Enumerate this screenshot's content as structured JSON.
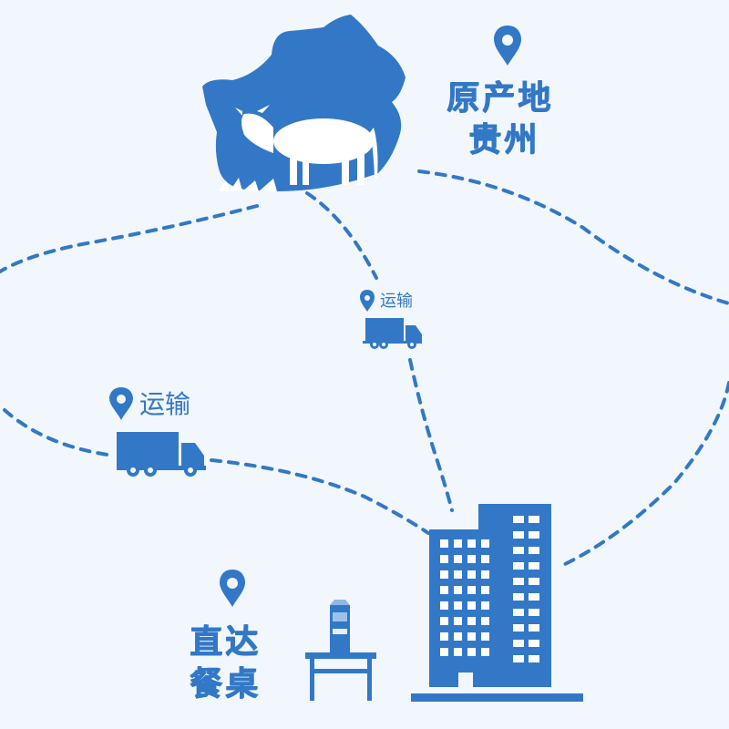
{
  "colors": {
    "primary": "#3378c6",
    "background": "#f1f7fd",
    "building_window": "#ffffff"
  },
  "origin": {
    "line1": "原产地",
    "line2": "贵州",
    "icon": "location-pin-icon"
  },
  "transport_top": {
    "label": "运输",
    "icon": "location-pin-icon",
    "vehicle": "truck-icon"
  },
  "transport_left": {
    "label": "运输",
    "icon": "location-pin-icon",
    "vehicle": "truck-icon"
  },
  "destination": {
    "line1": "直达",
    "line2": "餐桌",
    "icon": "location-pin-icon"
  },
  "illustrations": [
    "cow-silhouette",
    "office-building-icon",
    "table-icon",
    "milk-carton"
  ]
}
